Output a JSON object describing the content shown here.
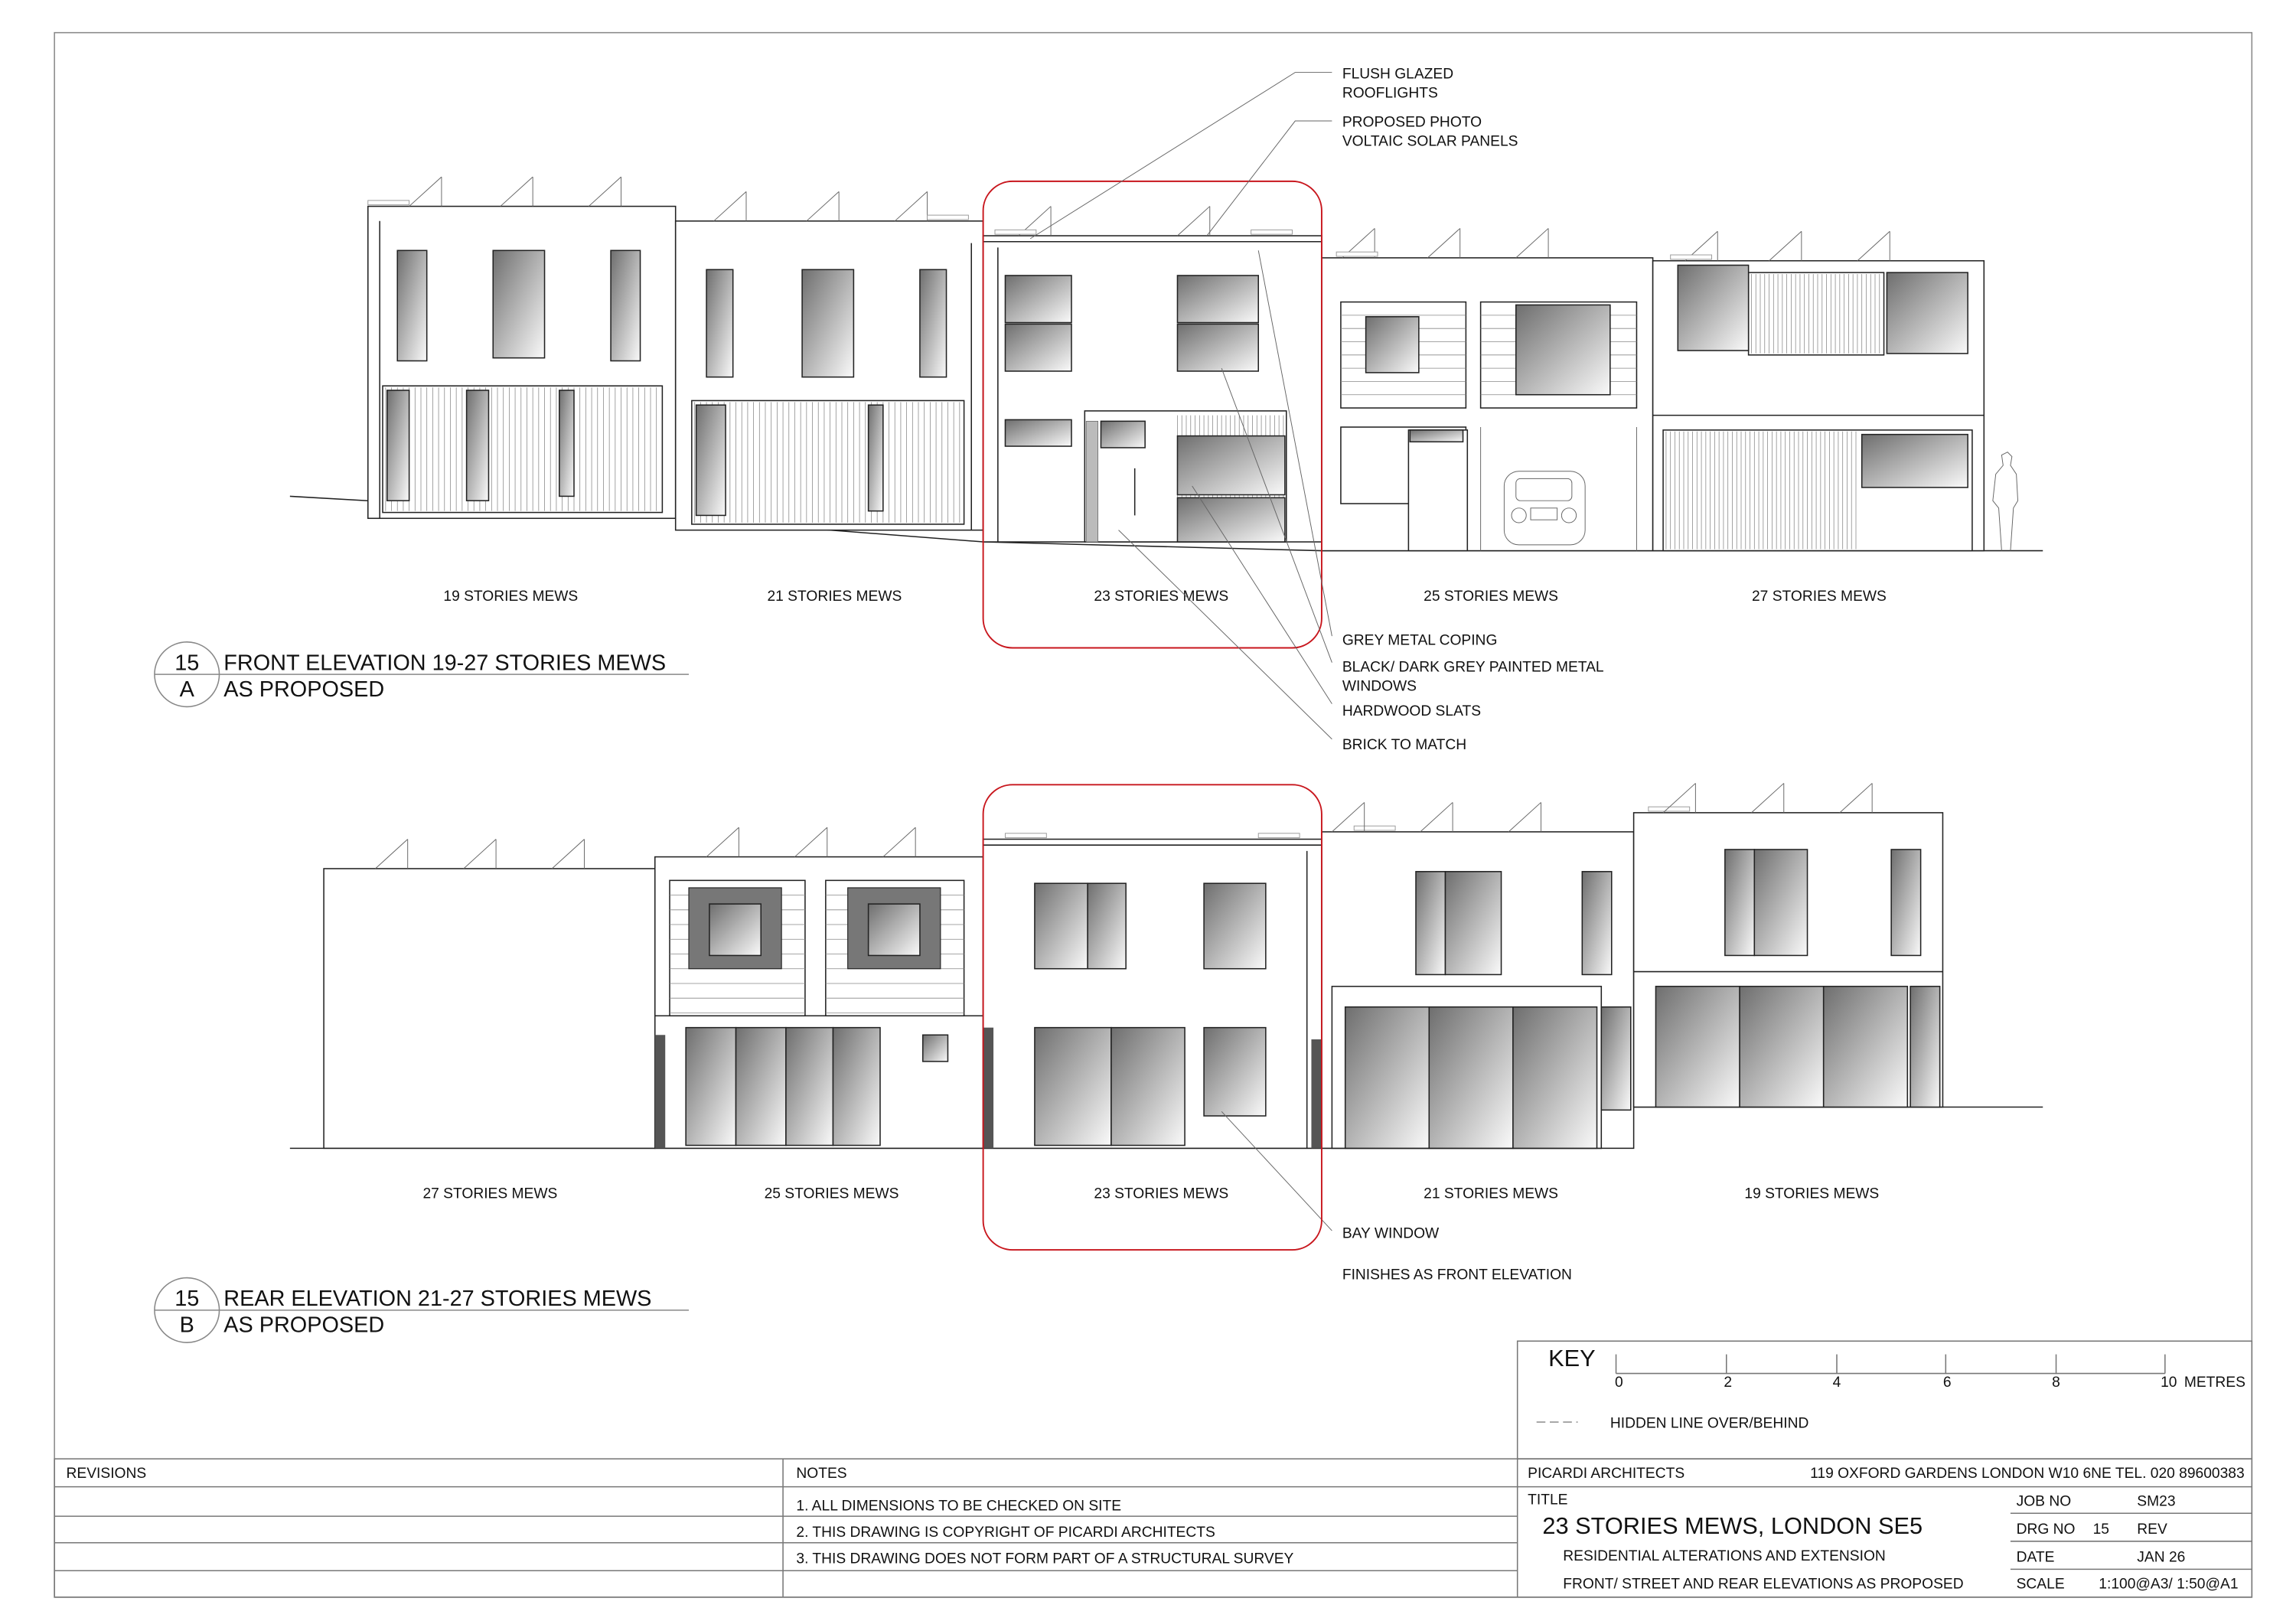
{
  "front_elevation": {
    "number": "15",
    "letter": "A",
    "title": "FRONT ELEVATION 19-27 STORIES MEWS",
    "subtitle": "AS PROPOSED",
    "houses": [
      "19 STORIES MEWS",
      "21 STORIES MEWS",
      "23 STORIES MEWS",
      "25 STORIES MEWS",
      "27 STORIES MEWS"
    ],
    "annotations_top": [
      "FLUSH GLAZED",
      "ROOFLIGHTS",
      "PROPOSED PHOTO",
      "VOLTAIC SOLAR PANELS"
    ],
    "annotations_bottom": [
      "GREY METAL COPING",
      "BLACK/ DARK GREY PAINTED METAL",
      "WINDOWS",
      "HARDWOOD SLATS",
      "BRICK TO MATCH"
    ]
  },
  "rear_elevation": {
    "number": "15",
    "letter": "B",
    "title": "REAR ELEVATION 21-27 STORIES MEWS",
    "subtitle": "AS PROPOSED",
    "houses": [
      "27 STORIES MEWS",
      "25 STORIES MEWS",
      "23 STORIES MEWS",
      "21 STORIES MEWS",
      "19 STORIES MEWS"
    ],
    "annotations": [
      "BAY WINDOW",
      "FINISHES AS FRONT ELEVATION"
    ]
  },
  "key": {
    "title": "KEY",
    "scale_ticks": [
      "0",
      "2",
      "4",
      "6",
      "8",
      "10"
    ],
    "scale_unit": "METRES",
    "hidden_line_label": "HIDDEN LINE OVER/BEHIND"
  },
  "revisions": {
    "header": "REVISIONS"
  },
  "notes": {
    "header": "NOTES",
    "items": [
      "1. ALL DIMENSIONS TO BE CHECKED ON SITE",
      "2. THIS DRAWING IS COPYRIGHT OF PICARDI ARCHITECTS",
      "3. THIS DRAWING DOES NOT FORM PART OF A STRUCTURAL SURVEY"
    ]
  },
  "title_block": {
    "firm": "PICARDI ARCHITECTS",
    "address": "119 OXFORD GARDENS LONDON W10 6NE TEL. 020 89600383",
    "title_label": "TITLE",
    "project": "23 STORIES MEWS, LONDON SE5",
    "description_1": "RESIDENTIAL ALTERATIONS AND EXTENSION",
    "description_2": "FRONT/ STREET AND REAR  ELEVATIONS AS PROPOSED",
    "job_no_label": "JOB NO",
    "job_no": "SM23",
    "drg_no_label": "DRG NO",
    "drg_no": "15",
    "rev_label": "REV",
    "date_label": "DATE",
    "date": "JAN 26",
    "scale_label": "SCALE",
    "scale": "1:100@A3/ 1:50@A1"
  },
  "colors": {
    "highlight": "#c8161d",
    "line": "#222222"
  }
}
